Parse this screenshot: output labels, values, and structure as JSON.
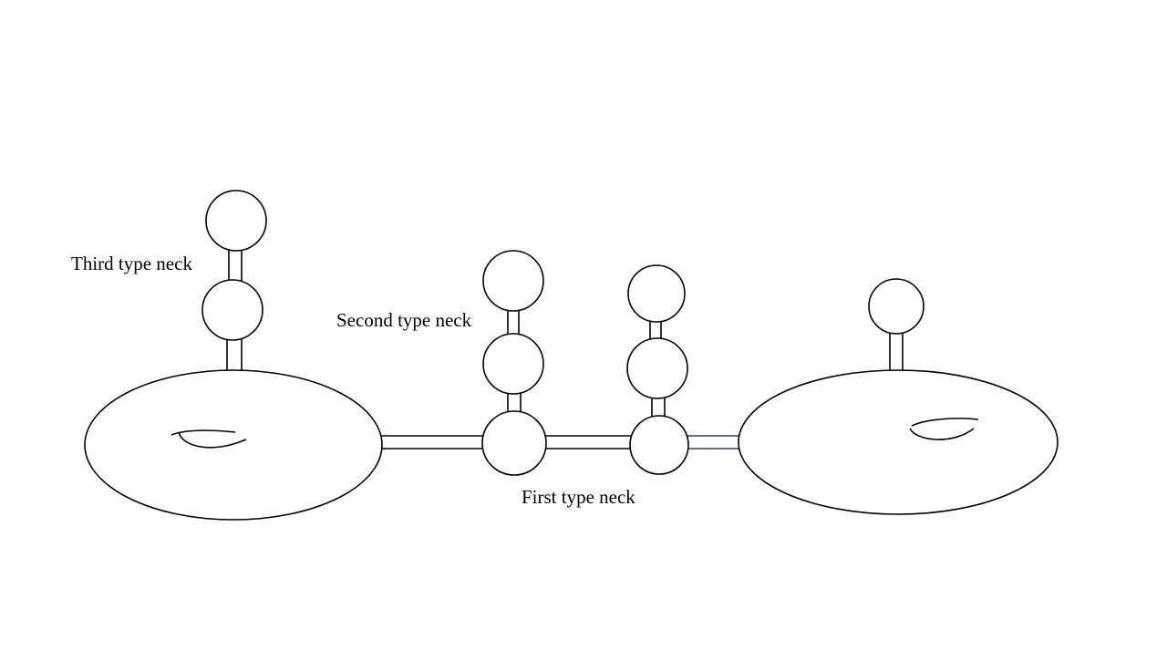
{
  "labels": {
    "third": "Third type neck",
    "second": "Second type neck",
    "first": "First type neck"
  },
  "colors": {
    "stroke": "#000000",
    "accent_neck": "#1f3f7a",
    "background": "#ffffff"
  }
}
